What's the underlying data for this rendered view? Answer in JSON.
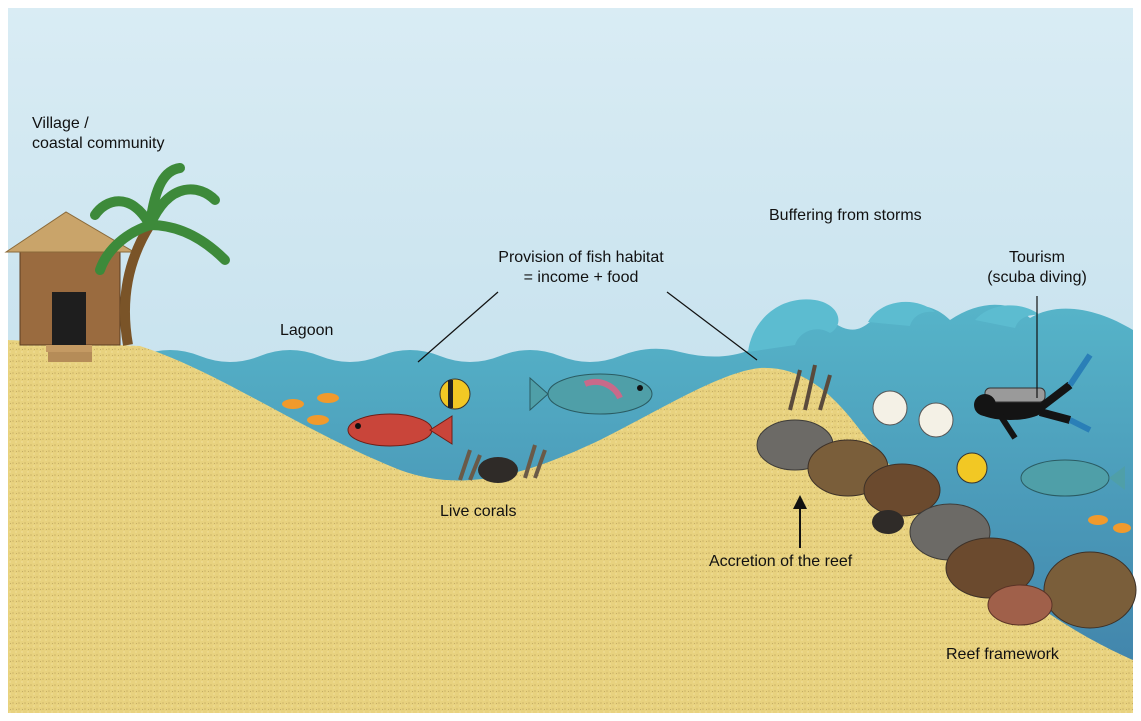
{
  "labels": {
    "village_line1": "Village /",
    "village_line2": "coastal community",
    "lagoon": "Lagoon",
    "fish_habitat_line1": "Provision of fish habitat",
    "fish_habitat_line2": "= income + food",
    "buffering": "Buffering from storms",
    "tourism_line1": "Tourism",
    "tourism_line2": "(scuba diving)",
    "live_corals": "Live corals",
    "accretion": "Accretion of the reef",
    "reef_framework": "Reef framework"
  },
  "colors": {
    "sky_top": "#d9ecf4",
    "sky_bottom": "#b9dae9",
    "water_surface": "#56b4c9",
    "water_deep": "#3f7fa8",
    "sand": "#e8d27f",
    "hut_wall": "#9a6b3f",
    "hut_roof": "#c9a46a",
    "palm_leaf": "#3d8a3a",
    "coral_dark": "#5a4a3c",
    "reef_rock": "#6c6a66"
  }
}
